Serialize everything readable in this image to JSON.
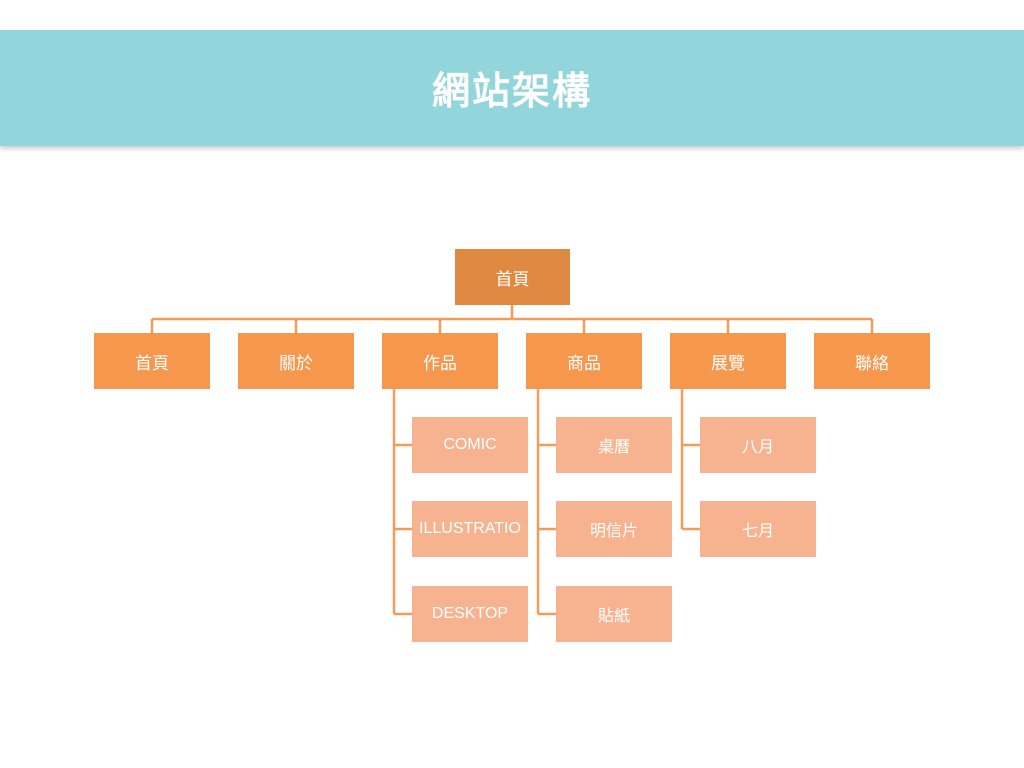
{
  "header": {
    "title": "網站架構"
  },
  "sitemap": {
    "root": "首頁",
    "sections": [
      {
        "label": "首頁",
        "children": []
      },
      {
        "label": "關於",
        "children": []
      },
      {
        "label": "作品",
        "children": [
          "COMIC",
          "ILLUSTRATIO",
          "DESKTOP"
        ]
      },
      {
        "label": "商品",
        "children": [
          "桌曆",
          "明信片",
          "貼紙"
        ]
      },
      {
        "label": "展覽",
        "children": [
          "八月",
          "七月"
        ]
      },
      {
        "label": "聯絡",
        "children": []
      }
    ]
  },
  "colors": {
    "header_band": "#92d6db",
    "root_box": "#df8a40",
    "section_box": "#f5974d",
    "child_box": "#f7b38f",
    "connector": "#f39c5a"
  }
}
